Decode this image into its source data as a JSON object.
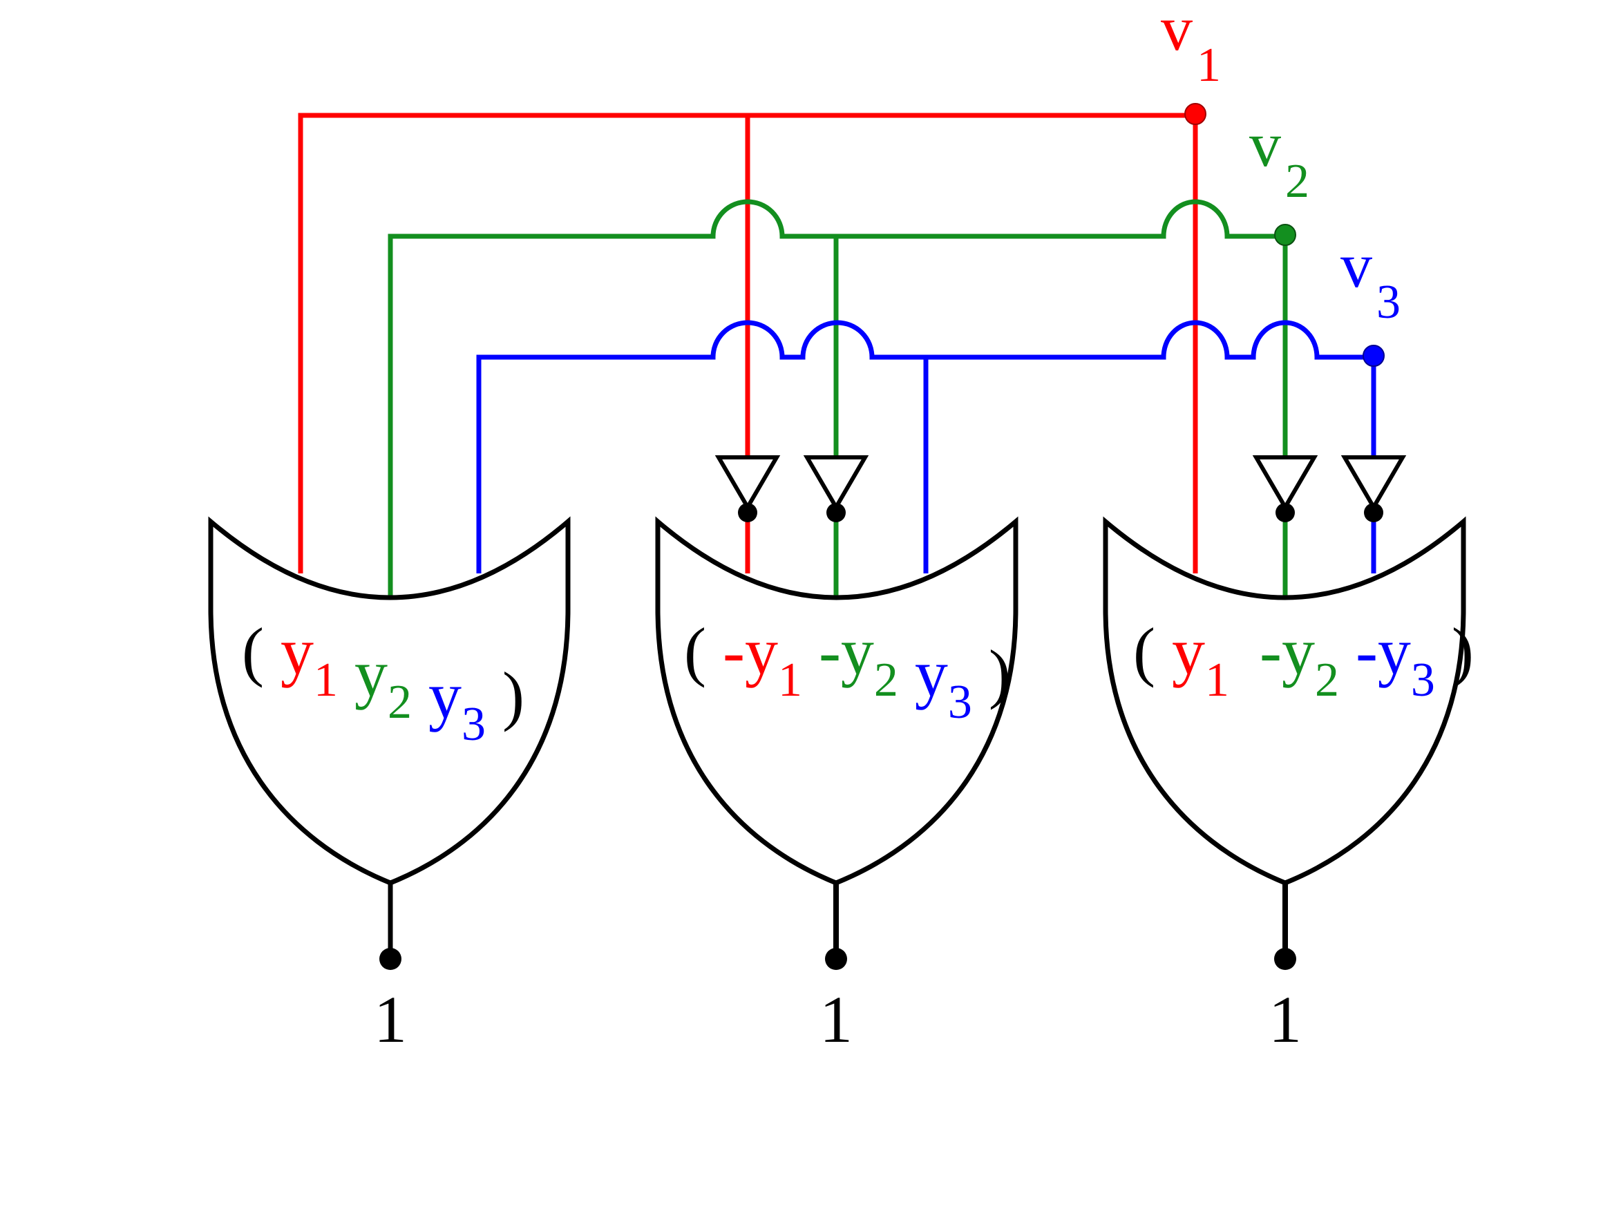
{
  "colors": {
    "v1": "#ff0000",
    "v2": "#138f1f",
    "v3": "#0000ff",
    "gate": "#000000"
  },
  "variables": [
    {
      "name": "v",
      "sub": "1",
      "color": "#ff0000"
    },
    {
      "name": "v",
      "sub": "2",
      "color": "#138f1f"
    },
    {
      "name": "v",
      "sub": "3",
      "color": "#0000ff"
    }
  ],
  "clauses": [
    {
      "open": "(",
      "close": ")",
      "literals": [
        {
          "neg": "",
          "name": "y",
          "sub": "1",
          "color": "#ff0000"
        },
        {
          "neg": "",
          "name": "y",
          "sub": "2",
          "color": "#138f1f"
        },
        {
          "neg": "",
          "name": "y",
          "sub": "3",
          "color": "#0000ff"
        }
      ],
      "output": "1"
    },
    {
      "open": "(",
      "close": ")",
      "literals": [
        {
          "neg": "-",
          "name": "y",
          "sub": "1",
          "color": "#ff0000"
        },
        {
          "neg": "-",
          "name": "y",
          "sub": "2",
          "color": "#138f1f"
        },
        {
          "neg": "",
          "name": "y",
          "sub": "3",
          "color": "#0000ff"
        }
      ],
      "output": "1"
    },
    {
      "open": "(",
      "close": ")",
      "literals": [
        {
          "neg": "",
          "name": "y",
          "sub": "1",
          "color": "#ff0000"
        },
        {
          "neg": "-",
          "name": "y",
          "sub": "2",
          "color": "#138f1f"
        },
        {
          "neg": "-",
          "name": "y",
          "sub": "3",
          "color": "#0000ff"
        }
      ],
      "output": "1"
    }
  ]
}
